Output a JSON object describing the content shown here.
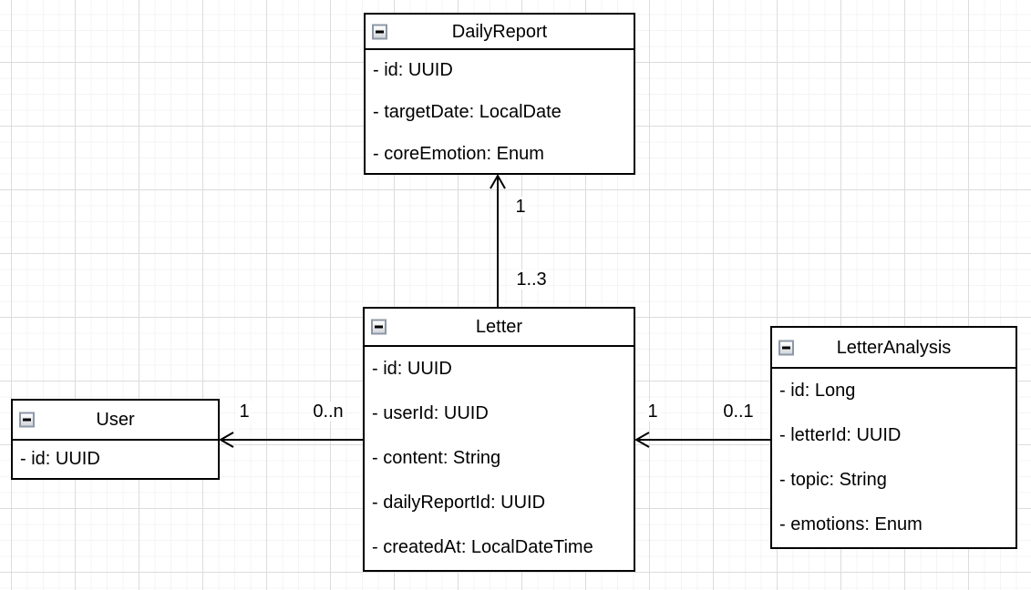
{
  "diagram": {
    "type": "uml-class-diagram",
    "classes": {
      "daily_report": {
        "name": "DailyReport",
        "attributes": [
          "- id: UUID",
          "- targetDate: LocalDate",
          "- coreEmotion: Enum"
        ]
      },
      "letter": {
        "name": "Letter",
        "attributes": [
          "- id: UUID",
          "- userId: UUID",
          "- content: String",
          "- dailyReportId: UUID",
          "- createdAt: LocalDateTime"
        ]
      },
      "user": {
        "name": "User",
        "attributes": [
          "- id: UUID"
        ]
      },
      "letter_analysis": {
        "name": "LetterAnalysis",
        "attributes": [
          "- id: Long",
          "- letterId: UUID",
          "- topic: String",
          "- emotions: Enum"
        ]
      }
    },
    "connectors": {
      "letter_to_daily_report": {
        "from": "Letter",
        "to": "DailyReport",
        "arrow": "open-arrow-up",
        "source_label": "1..3",
        "target_label": "1"
      },
      "letter_to_user": {
        "from": "Letter",
        "to": "User",
        "arrow": "open-arrow-left",
        "source_label": "0..n",
        "target_label": "1"
      },
      "letter_analysis_to_letter": {
        "from": "LetterAnalysis",
        "to": "Letter",
        "arrow": "open-arrow-left",
        "source_label": "0..1",
        "target_label": "1"
      }
    },
    "icons": {
      "collapse": "minus-square-icon"
    },
    "colors": {
      "stroke": "#000000",
      "box_fill": "#ffffff",
      "grid_minor": "#f4f4f4",
      "grid_major": "#dcdcdc",
      "collapse_border": "#8c98a6"
    }
  }
}
